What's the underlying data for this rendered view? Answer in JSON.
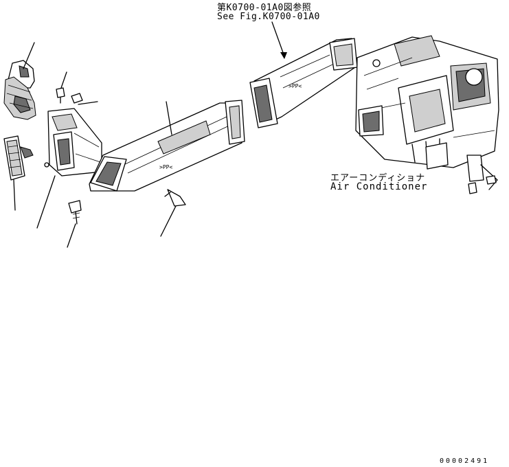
{
  "labels": {
    "reference_jp": "第K0700-01A0図参照",
    "reference_en": "See Fig.K0700-01A0",
    "assembly_jp": "エアーコンディショナ",
    "assembly_en": "Air Conditioner",
    "document_number": "00002491"
  },
  "colors": {
    "line": "#000000",
    "shade_light": "#cfcfcf",
    "shade_dark": "#6d6d6d",
    "background": "#ffffff"
  }
}
